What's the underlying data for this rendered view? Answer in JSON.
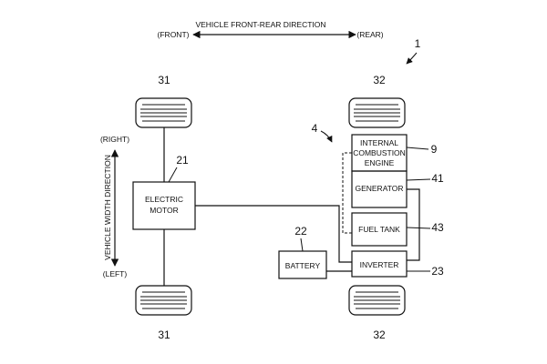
{
  "diagram": {
    "directions": {
      "front_rear": "VEHICLE FRONT-REAR DIRECTION",
      "front": "(FRONT)",
      "rear": "(REAR)",
      "width": "VEHICLE WIDTH DIRECTION",
      "right": "(RIGHT)",
      "left": "(LEFT)"
    },
    "components": {
      "electric_motor": [
        "ELECTRIC",
        "MOTOR"
      ],
      "engine": [
        "INTERNAL",
        "COMBUSTION",
        "ENGINE"
      ],
      "generator": "GENERATOR",
      "fuel_tank": "FUEL TANK",
      "inverter": "INVERTER",
      "battery": "BATTERY"
    },
    "refs": {
      "system": "1",
      "front_wheel_top": "31",
      "front_wheel_bottom": "31",
      "rear_wheel_top": "32",
      "rear_wheel_bottom": "32",
      "power_unit": "4",
      "engine": "9",
      "motor": "21",
      "battery": "22",
      "inverter": "23",
      "generator": "41",
      "fuel_tank": "43"
    }
  }
}
